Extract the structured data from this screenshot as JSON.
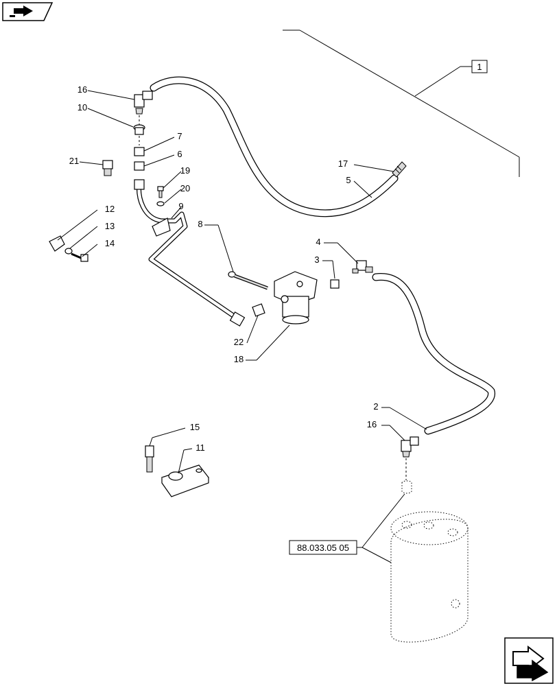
{
  "labels": {
    "p1": "1",
    "p2": "2",
    "p3": "3",
    "p4": "4",
    "p5": "5",
    "p6": "6",
    "p7": "7",
    "p8": "8",
    "p9": "9",
    "p10": "10",
    "p11": "11",
    "p12": "12",
    "p13": "13",
    "p14": "14",
    "p15": "15",
    "p16a": "16",
    "p16b": "16",
    "p17": "17",
    "p18": "18",
    "p19": "19",
    "p20": "20",
    "p21": "21",
    "p22": "22"
  },
  "reference_box": "88.033.05 05",
  "icons": {
    "top_left": "back-arrow-tab-icon",
    "bottom_right": "next-page-arrow-icon"
  }
}
